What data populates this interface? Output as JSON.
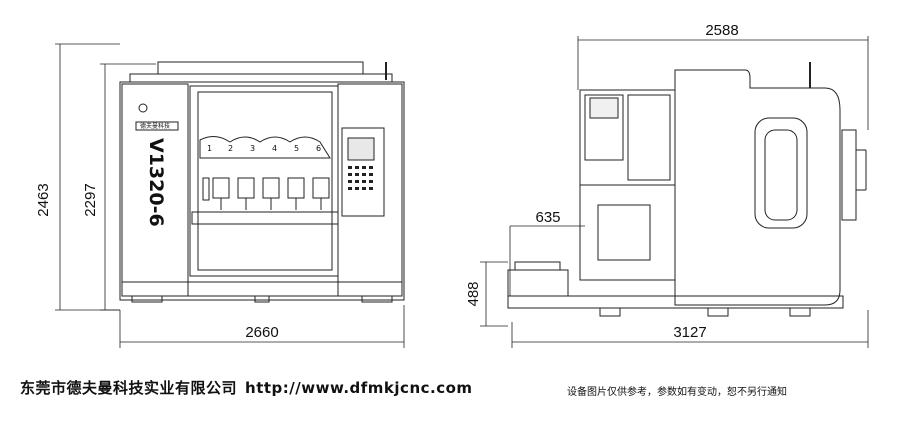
{
  "dimensions": {
    "front_height_total": "2463",
    "front_height_body": "2297",
    "front_width": "2660",
    "side_length": "2588",
    "side_footprint": "3127",
    "side_offset": "635",
    "side_table_height": "488"
  },
  "machine": {
    "model": "V1320-6",
    "badge": "德夫曼科技",
    "spindles": [
      "1",
      "2",
      "3",
      "4",
      "5",
      "6"
    ]
  },
  "footer": {
    "company": "东莞市德夫曼科技实业有限公司",
    "url": "http://www.dfmkjcnc.com",
    "note": "设备图片仅供参考，参数如有变动，恕不另行通知"
  }
}
